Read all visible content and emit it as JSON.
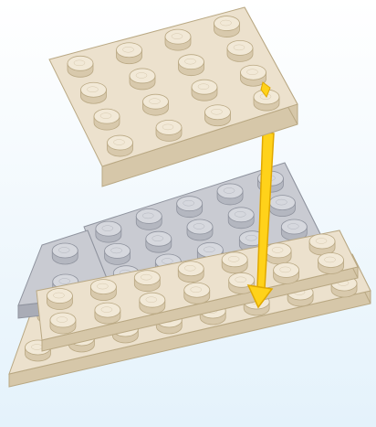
{
  "scene": {
    "description_label": "",
    "colors": {
      "background_top": "#ffffff",
      "background_bottom": "#e4f2fb",
      "tan_top": "#ece1cd",
      "tan_side": "#d6c7a9",
      "tan_edge": "#b9a883",
      "tan_stud_top": "#f2e9d7",
      "tan_stud_side": "#d8c9ac",
      "gray_top": "#c9cbd2",
      "gray_side": "#a9acb6",
      "gray_edge": "#8f939e",
      "gray_stud_top": "#d6d8de",
      "gray_stud_side": "#b4b7c0",
      "arrow_fill": "#ffd21a",
      "arrow_stroke": "#e0a800"
    },
    "icons": [
      "plate-4x4-tan",
      "plate-gray-stepped",
      "plate-tan-long",
      "assembly-arrow-icon"
    ]
  }
}
